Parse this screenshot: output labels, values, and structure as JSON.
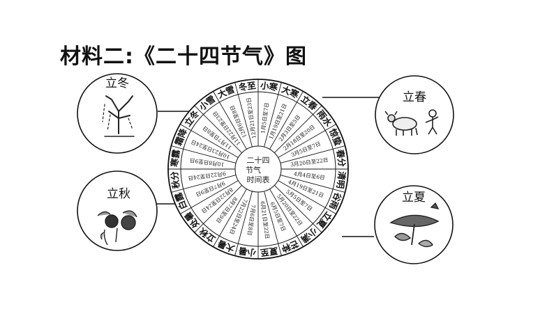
{
  "title": "材料二:《二十四节气》图",
  "center_label": [
    "二十四",
    "节气",
    "时间表"
  ],
  "seasons": {
    "winter": "立冬",
    "spring": "立春",
    "autumn": "立秋",
    "summer": "立夏"
  },
  "terms": [
    {
      "name": "小寒",
      "date": "1月5日至7日"
    },
    {
      "name": "大寒",
      "date": "1月19日至21日"
    },
    {
      "name": "立春",
      "date": "2月3日至5日"
    },
    {
      "name": "雨水",
      "date": "2月18日至20日"
    },
    {
      "name": "惊蛰",
      "date": "3月5日至7日"
    },
    {
      "name": "春分",
      "date": "3月20日至22日"
    },
    {
      "name": "清明",
      "date": "4月4日至6日"
    },
    {
      "name": "谷雨",
      "date": "4月19日至21日"
    },
    {
      "name": "立夏",
      "date": "5月5日至7日"
    },
    {
      "name": "小满",
      "date": "5月20日至22日"
    },
    {
      "name": "芒种",
      "date": "6月5日至7日"
    },
    {
      "name": "夏至",
      "date": "6月21日至22日"
    },
    {
      "name": "小暑",
      "date": "7月6日至8日"
    },
    {
      "name": "大暑",
      "date": "7月22日至24日"
    },
    {
      "name": "立秋",
      "date": "8月7日至9日"
    },
    {
      "name": "处暑",
      "date": "8月22日至24日"
    },
    {
      "name": "白露",
      "date": "9月7日至9日"
    },
    {
      "name": "秋分",
      "date": "9月22日至24日"
    },
    {
      "name": "寒露",
      "date": "10月8日至9日"
    },
    {
      "name": "霜降",
      "date": "10月23日至24日"
    },
    {
      "name": "立冬",
      "date": "11月7日至8日"
    },
    {
      "name": "小雪",
      "date": "11月22日至23日"
    },
    {
      "name": "大雪",
      "date": "12月6日至8日"
    },
    {
      "name": "冬至",
      "date": "12月21日至23日"
    }
  ]
}
